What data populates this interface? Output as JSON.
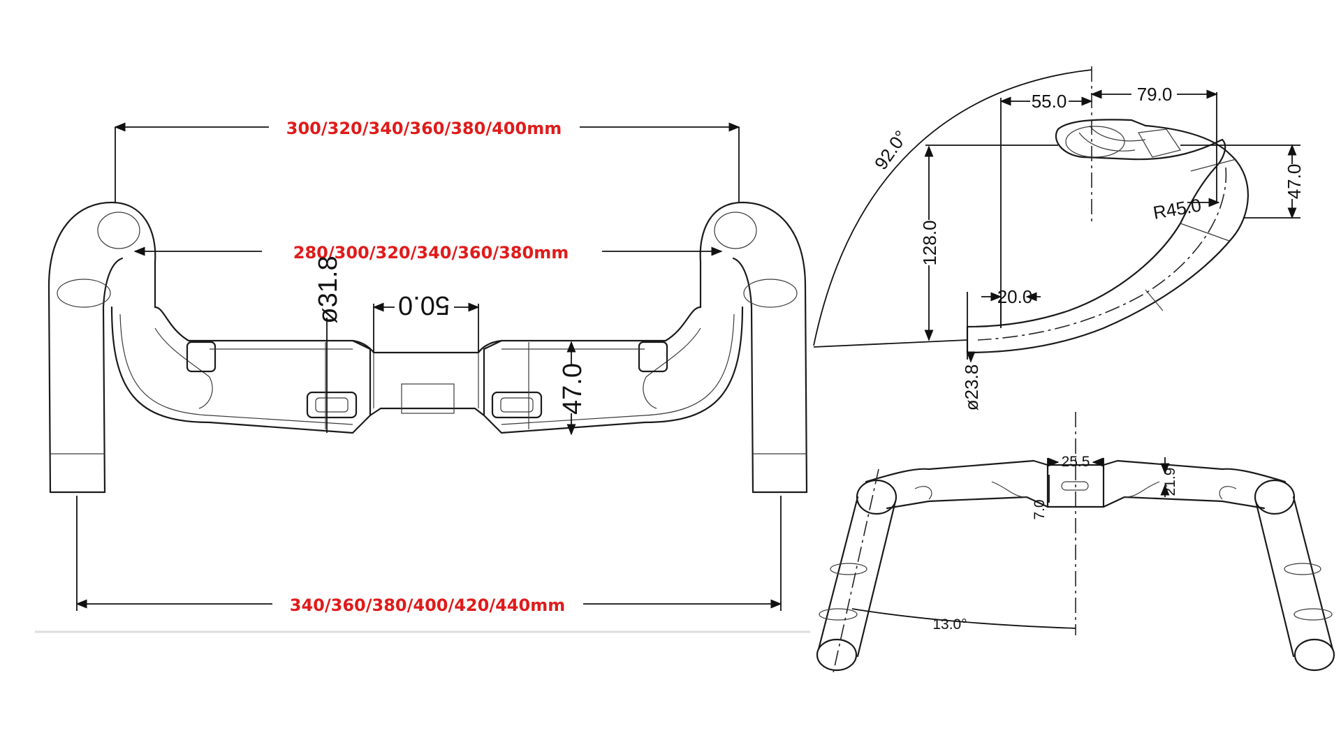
{
  "front_view": {
    "drop_width_label": "300/320/340/360/380/400mm",
    "hood_width_label": "280/300/320/340/360/380mm",
    "bottom_width_label": "340/360/380/400/420/440mm",
    "clamp_diameter": "ø31.8",
    "clamp_width": "50.0",
    "top_height": "47.0"
  },
  "side_view": {
    "flare_angle": "92.0°",
    "reach_left": "55.0",
    "reach_right": "79.0",
    "drop": "128.0",
    "stack": "47.0",
    "radius": "R45.0",
    "end_length": "20.0",
    "end_diameter": "ø23.8"
  },
  "perspective_view": {
    "stem_width": "25.5",
    "stem_offset": "7.0",
    "rise": "21.9",
    "sweep_angle": "13.0°"
  },
  "colors": {
    "label_red": "#e01b1b",
    "line": "#1a1a1a"
  }
}
